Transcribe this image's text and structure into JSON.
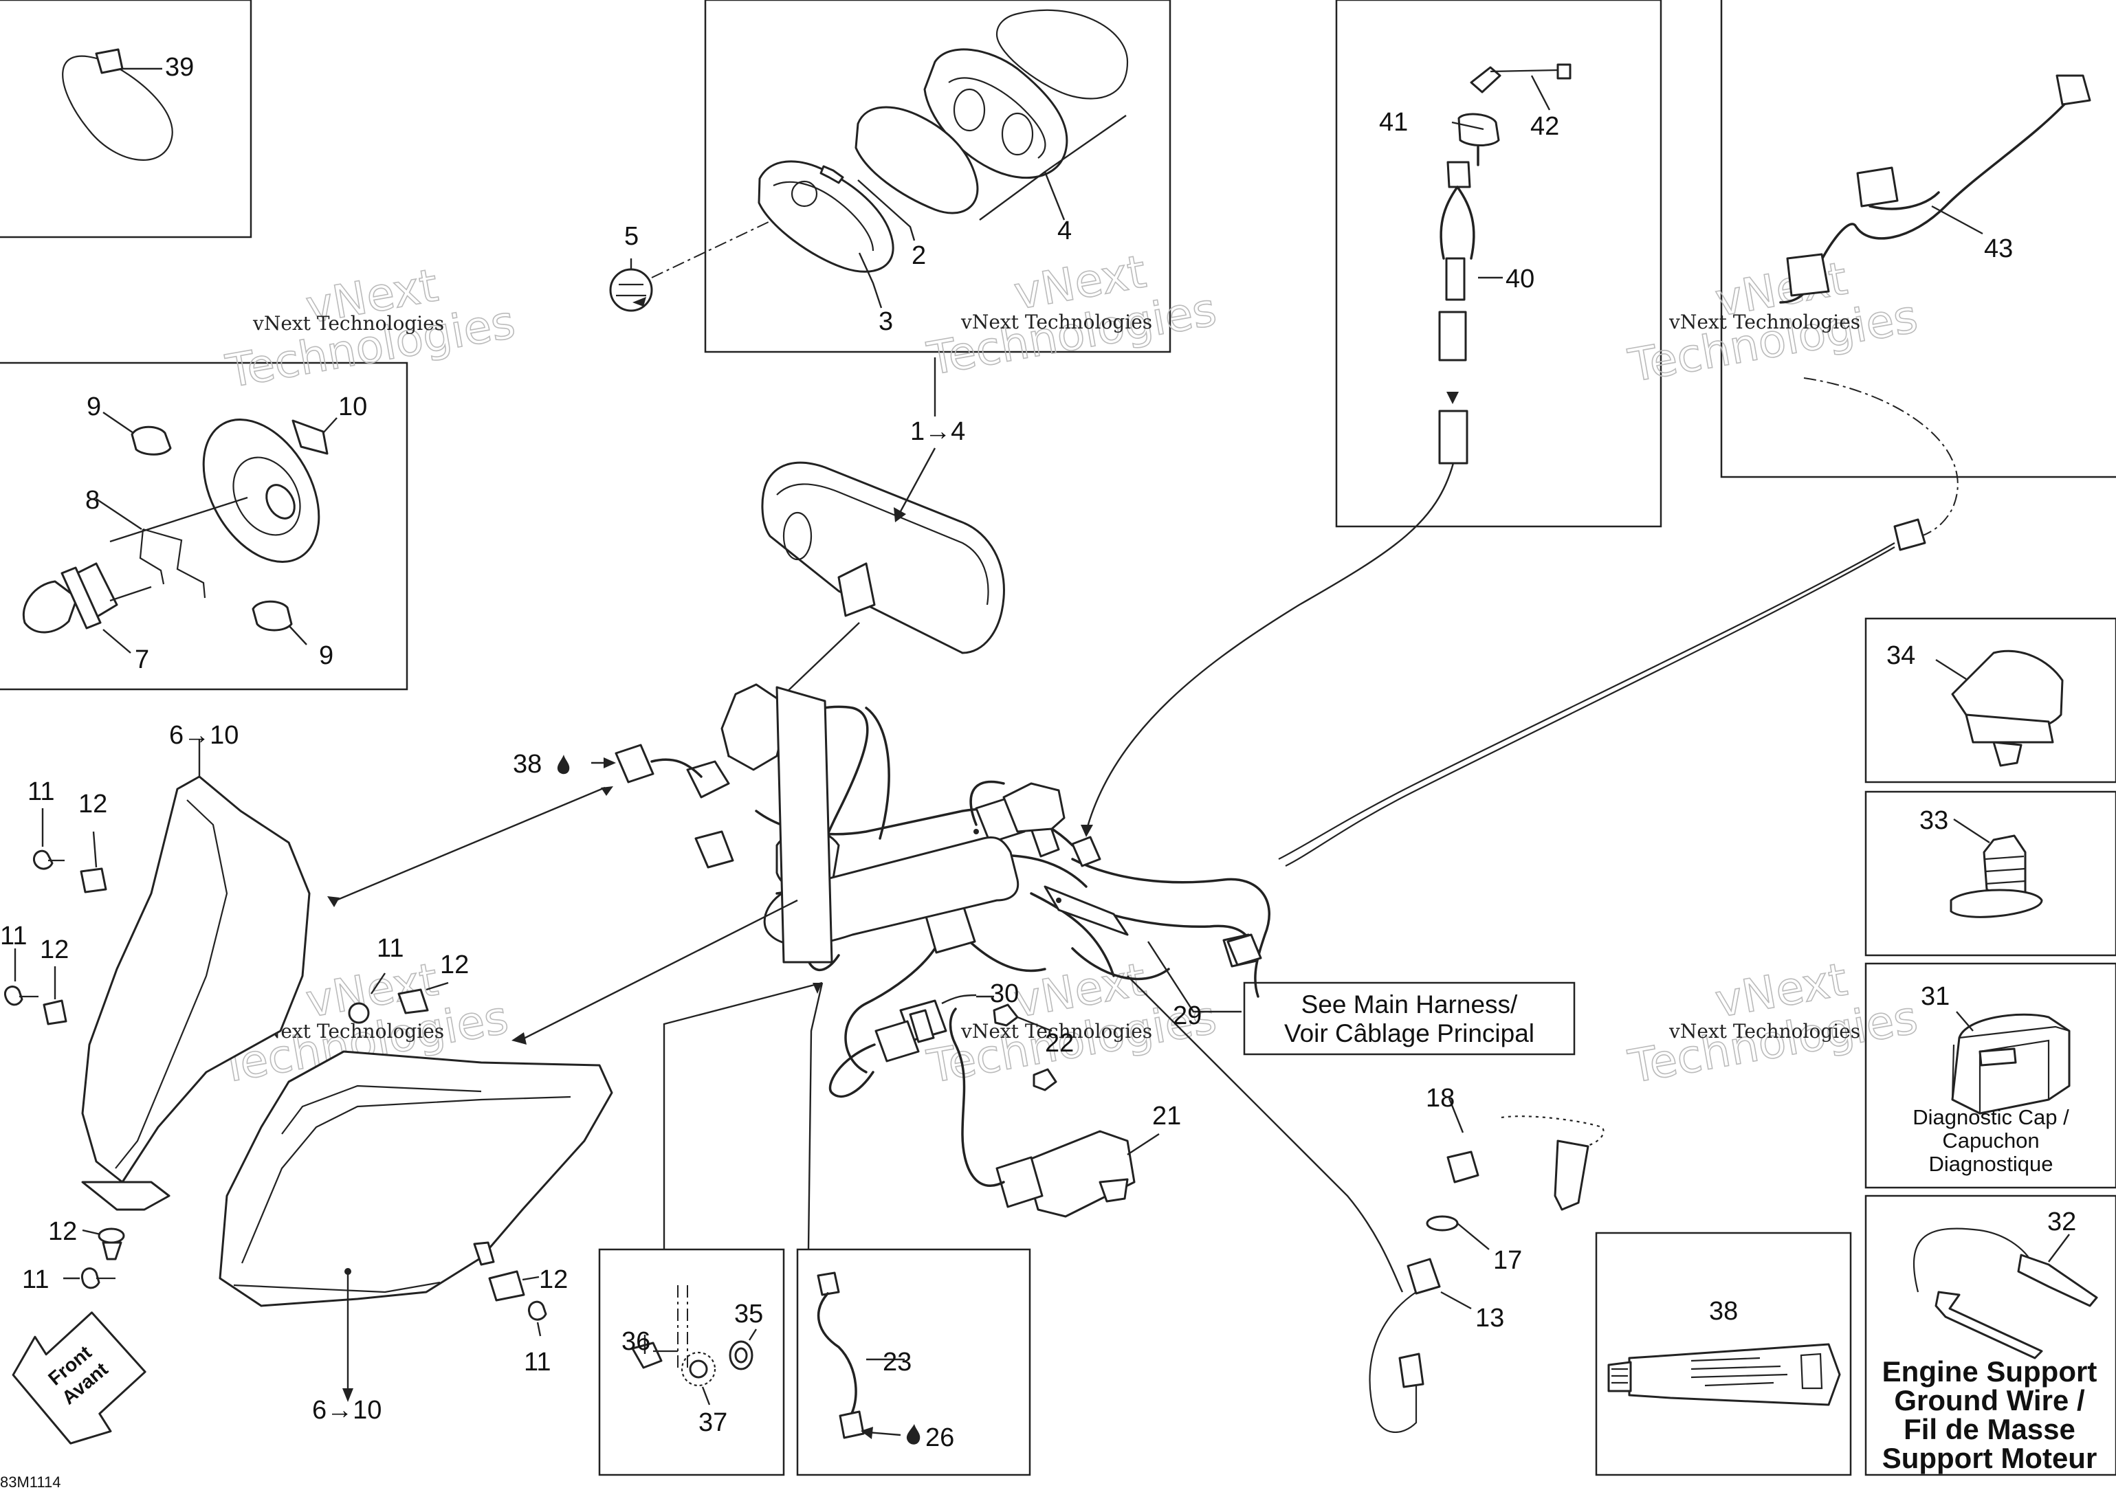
{
  "diagram_id": "83M1114",
  "front_arrow": {
    "line1": "Front",
    "line2": "Avant"
  },
  "watermark": {
    "line1": "vNext",
    "line2": "Technologies",
    "small": "vNext Technologies"
  },
  "callouts": {
    "c1_4": "1→4",
    "c2": "2",
    "c3": "3",
    "c4": "4",
    "c5": "5",
    "c6_10_top": "6→10",
    "c6_10_bottom": "6→10",
    "c7": "7",
    "c8": "8",
    "c9_top": "9",
    "c9_bottom": "9",
    "c10": "10",
    "c11_a": "11",
    "c11_b": "11",
    "c11_c": "11",
    "c11_d": "11",
    "c11_e": "11",
    "c12_a": "12",
    "c12_b": "12",
    "c12_c": "12",
    "c12_d": "12",
    "c12_e": "12",
    "c13": "13",
    "c17": "17",
    "c18": "18",
    "c21": "21",
    "c22": "22",
    "c23": "23",
    "c26": "26",
    "c29": "29",
    "c30": "30",
    "c31": "31",
    "c32": "32",
    "c33": "33",
    "c34": "34",
    "c35": "35",
    "c36": "36",
    "c37": "37",
    "c38_main": "38",
    "c38_box": "38",
    "c39": "39",
    "c40": "40",
    "c41": "41",
    "c42": "42",
    "c43": "43"
  },
  "notes": {
    "main_harness_line1": "See Main Harness/",
    "main_harness_line2": "Voir Câblage Principal",
    "diag_cap_line1": "Diagnostic Cap /",
    "diag_cap_line2": "Capuchon",
    "diag_cap_line3": "Diagnostique",
    "ground_line1": "Engine Support",
    "ground_line2": "Ground Wire /",
    "ground_line3": "Fil de Masse",
    "ground_line4": "Support Moteur"
  }
}
